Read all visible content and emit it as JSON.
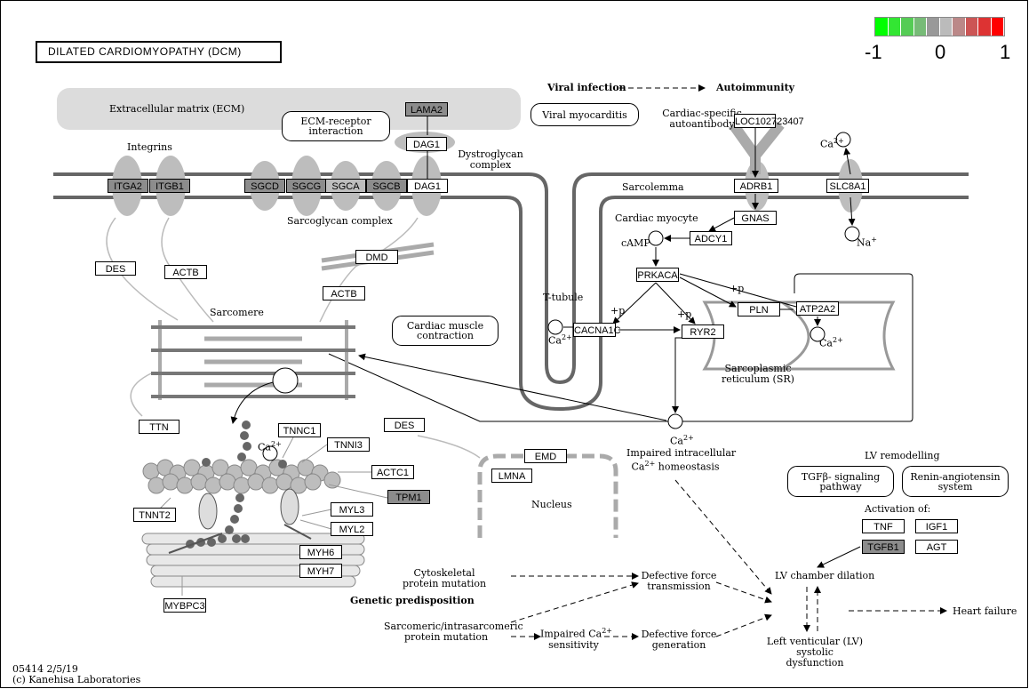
{
  "map_title": "DILATED  CARDIOMYOPATHY (DCM)",
  "legend": {
    "min_label": "-1",
    "mid_label": "0",
    "max_label": "1",
    "colors": [
      "#00ff00",
      "#33e633",
      "#55cc55",
      "#77bb77",
      "#999999",
      "#bbbbbb",
      "#bb8888",
      "#cc5555",
      "#dd3333",
      "#ff0000"
    ]
  },
  "compartments": {
    "ecm": "Extracellular matrix (ECM)",
    "integrins": "Integrins",
    "sarcoglycan_complex": "Sarcoglycan complex",
    "dystroglycan_complex": "Dystroglycan complex",
    "sarcolemma": "Sarcolemma",
    "cardiac_myocyte": "Cardiac myocyte",
    "t_tubule": "T-tubule",
    "sarcomere": "Sarcomere",
    "sarcoplasmic_reticulum": "Sarcoplasmic reticulum (SR)",
    "nucleus": "Nucleus",
    "cardiac_specific_autoantibody": "Cardiac-specific autoantibody",
    "camp": "cAMP",
    "ca": "Ca",
    "ca_charge": "2+",
    "na": "Na",
    "na_charge": "+",
    "plus_p": "+p",
    "lv_remodelling": "LV remodelling",
    "activation_of": "Activation of:"
  },
  "genes": {
    "lama2": "LAMA2",
    "dag1_top": "DAG1",
    "itga2": "ITGA2",
    "itgb1": "ITGB1",
    "sgcd": "SGCD",
    "sgcg": "SGCG",
    "sgca": "SGCA",
    "sgcb": "SGCB",
    "dag1": "DAG1",
    "loc": "LOC102723407",
    "adrb1": "ADRB1",
    "slc8a1": "SLC8A1",
    "gnas": "GNAS",
    "adcy1": "ADCY1",
    "prkaca": "PRKACA",
    "pln": "PLN",
    "atp2a2": "ATP2A2",
    "cacna1c": "CACNA1C",
    "ryr2": "RYR2",
    "des1": "DES",
    "actb1": "ACTB",
    "dmd": "DMD",
    "actb2": "ACTB",
    "ttn": "TTN",
    "tnnc1": "TNNC1",
    "tnni3": "TNNI3",
    "actc1": "ACTC1",
    "tpm1": "TPM1",
    "tnnt2": "TNNT2",
    "myl3": "MYL3",
    "myl2": "MYL2",
    "myh6": "MYH6",
    "myh7": "MYH7",
    "mybpc3": "MYBPC3",
    "des2": "DES",
    "emd": "EMD",
    "lmna": "LMNA",
    "tnf": "TNF",
    "igf1": "IGF1",
    "tgfb1": "TGFB1",
    "agt": "AGT"
  },
  "pathways": {
    "ecm_receptor": "ECM-receptor interaction",
    "viral_myocarditis": "Viral myocarditis",
    "cardiac_muscle": "Cardiac muscle contraction",
    "tgfb_signaling": "TGFβ- signaling pathway",
    "renin_angiotensin": "Renin-angiotensin system"
  },
  "phenotypes": {
    "viral_infection": "Viral infection",
    "autoimmunity": "Autoimmunity",
    "impaired_ca": "Impaired intracellular",
    "impaired_ca2": "homeostasis",
    "genetic_predisposition": "Genetic predisposition",
    "cytoskeletal_mutation": "Cytoskeletal protein mutation",
    "sarcomeric_mutation": "Sarcomeric/intrasarcomeric protein mutation",
    "impaired_ca_sensitivity": "Impaired Ca",
    "impaired_ca_sensitivity2": "sensitivity",
    "defective_force_transmission": "Defective force transmission",
    "defective_force_generation": "Defective force generation",
    "lv_chamber_dilation": "LV chamber dilation",
    "lv_systolic": "Left venticular (LV) systolic dysfunction",
    "heart_failure": "Heart failure"
  },
  "footer": {
    "map_id": "05414 2/5/19",
    "copyright": "(c) Kanehisa Laboratories"
  }
}
